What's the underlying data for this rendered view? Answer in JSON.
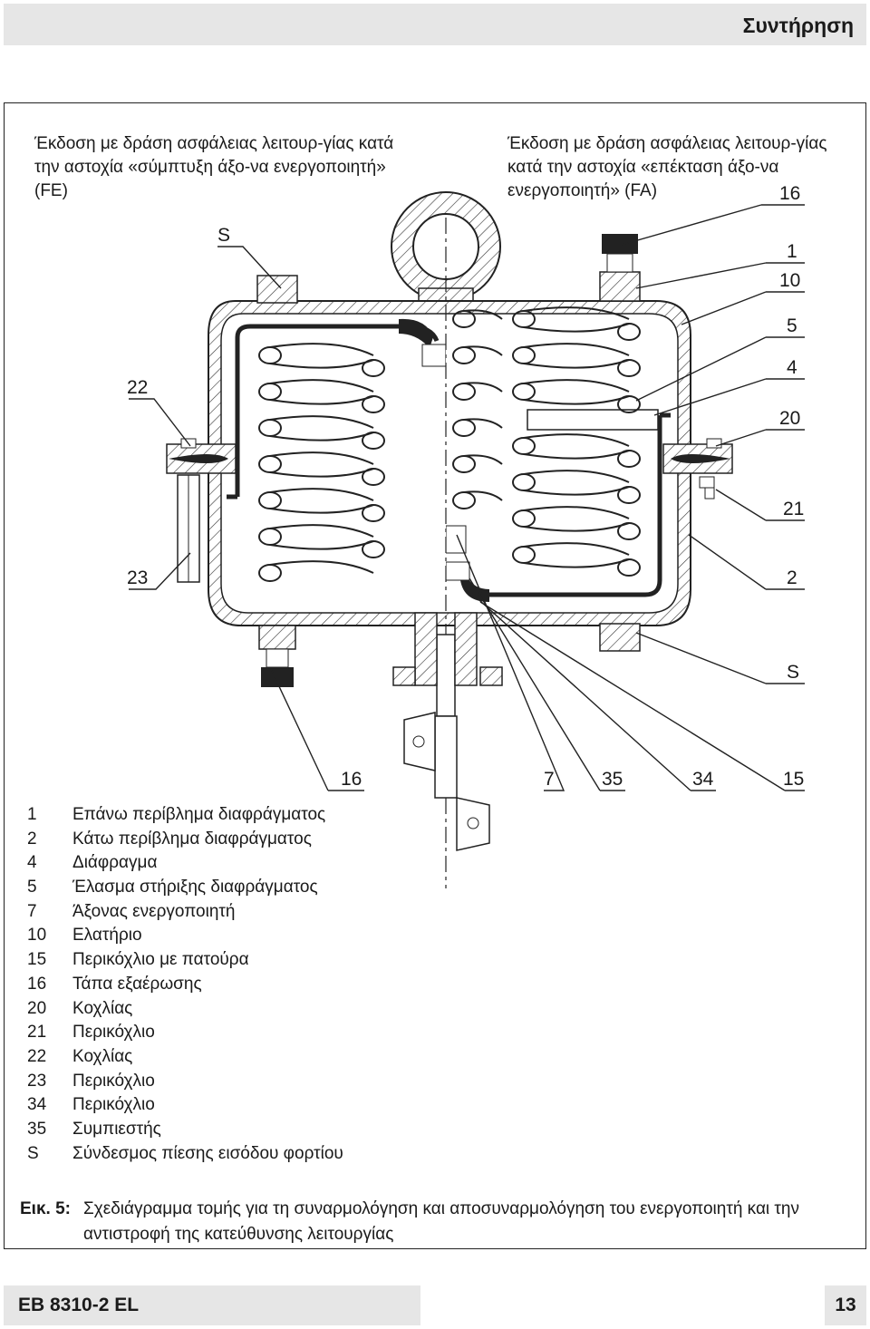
{
  "header": {
    "section_title": "Συντήρηση"
  },
  "figure": {
    "caption_left": "Έκδοση με δράση ασφάλειας λειτουρ-γίας κατά την αστοχία «σύμπτυξη άξο-να ενεργοποιητή» (FE)",
    "caption_right": "Έκδοση με δράση ασφάλειας λειτουρ-γίας κατά την αστοχία «επέκταση άξο-να ενεργοποιητή» (FA)",
    "callouts": {
      "s_top": "S",
      "c16_top": "16",
      "c1": "1",
      "c10": "10",
      "c5": "5",
      "c4": "4",
      "c20": "20",
      "c21": "21",
      "c2": "2",
      "s_bottom": "S",
      "c22": "22",
      "c23": "23",
      "c16_bottom": "16",
      "c7": "7",
      "c35": "35",
      "c34": "34",
      "c15": "15"
    }
  },
  "legend": [
    {
      "num": "1",
      "text": "Επάνω περίβλημα διαφράγματος"
    },
    {
      "num": "2",
      "text": "Κάτω περίβλημα διαφράγματος"
    },
    {
      "num": "4",
      "text": "Διάφραγμα"
    },
    {
      "num": "5",
      "text": "Έλασμα στήριξης διαφράγματος"
    },
    {
      "num": "7",
      "text": "Άξονας ενεργοποιητή"
    },
    {
      "num": "10",
      "text": "Ελατήριο"
    },
    {
      "num": "15",
      "text": "Περικόχλιο με πατούρα"
    },
    {
      "num": "16",
      "text": "Τάπα εξαέρωσης"
    },
    {
      "num": "20",
      "text": "Κοχλίας"
    },
    {
      "num": "21",
      "text": "Περικόχλιο"
    },
    {
      "num": "22",
      "text": "Κοχλίας"
    },
    {
      "num": "23",
      "text": "Περικόχλιο"
    },
    {
      "num": "34",
      "text": "Περικόχλιο"
    },
    {
      "num": "35",
      "text": "Συμπιεστής"
    },
    {
      "num": "S",
      "text": "Σύνδεσμος πίεσης εισόδου φορτίου"
    }
  ],
  "fig_caption": {
    "label": "Εικ. 5:",
    "text": "Σχεδιάγραμμα τομής για τη συναρμολόγηση και αποσυναρμολόγηση του ενεργοποιητή και την αντιστροφή της κατεύθυνσης λειτουργίας"
  },
  "footer": {
    "doc_id": "EB 8310-2 EL",
    "page": "13"
  }
}
